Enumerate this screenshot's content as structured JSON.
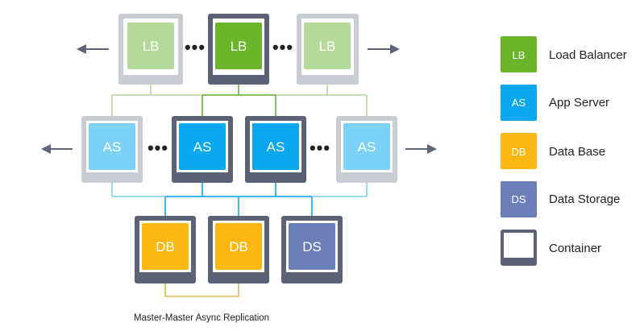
{
  "colors": {
    "lb_active": "#6ab52a",
    "lb_faded": "#b4d99a",
    "as_active": "#0aa8ef",
    "as_faded": "#7cd1f7",
    "db": "#fcb712",
    "ds": "#6d7fb8",
    "container_active_frame": "#5b6275",
    "container_faded_frame": "#c9ccd2",
    "arrow": "#5f667a",
    "replication_line": "#e0b74a"
  },
  "tiers": {
    "lb": [
      {
        "label": "LB",
        "state": "faded"
      },
      {
        "label": "LB",
        "state": "active"
      },
      {
        "label": "LB",
        "state": "faded"
      }
    ],
    "as": [
      {
        "label": "AS",
        "state": "faded"
      },
      {
        "label": "AS",
        "state": "active"
      },
      {
        "label": "AS",
        "state": "active"
      },
      {
        "label": "AS",
        "state": "faded"
      }
    ],
    "data": [
      {
        "label": "DB",
        "kind": "db"
      },
      {
        "label": "DB",
        "kind": "db"
      },
      {
        "label": "DS",
        "kind": "ds"
      }
    ]
  },
  "ellipsis": "•••",
  "caption": "Master-Master Async Replication",
  "legend": [
    {
      "code": "LB",
      "label": "Load Balancer",
      "icon": "lb-icon"
    },
    {
      "code": "AS",
      "label": "App Server",
      "icon": "as-icon"
    },
    {
      "code": "DB",
      "label": "Data Base",
      "icon": "db-icon"
    },
    {
      "code": "DS",
      "label": "Data Storage",
      "icon": "ds-icon"
    },
    {
      "code": "",
      "label": "Container",
      "icon": "container-icon"
    }
  ]
}
